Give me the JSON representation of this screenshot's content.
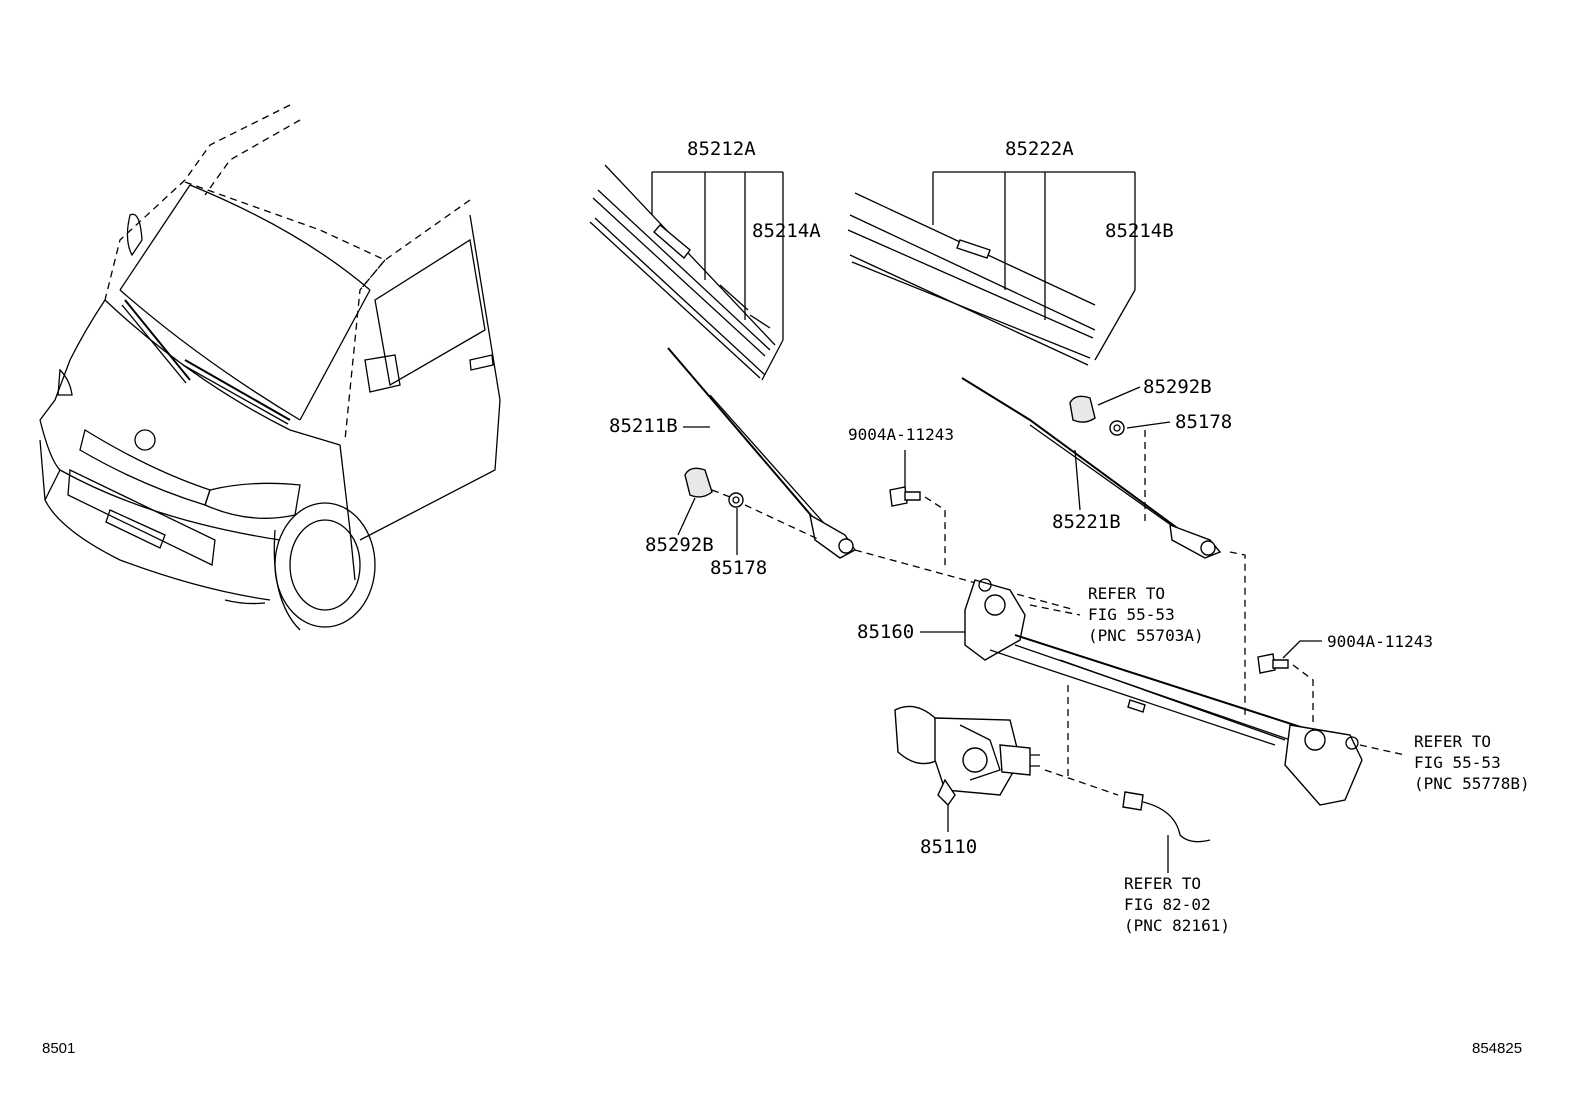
{
  "labels": {
    "blade_left": "85212A",
    "insert_left": "85214A",
    "blade_right": "85222A",
    "insert_right": "85214B",
    "arm_left": "85211B",
    "arm_right": "85221B",
    "cap_right": "85292B",
    "nut_right": "85178",
    "cap_left": "85292B",
    "nut_left": "85178",
    "bolt_left": "9004A-11243",
    "bolt_right": "9004A-11243",
    "link": "85160",
    "motor": "85110"
  },
  "notes": {
    "ref_link_left": [
      "REFER TO",
      "FIG 55-53",
      "(PNC 55703A)"
    ],
    "ref_link_right": [
      "REFER TO",
      "FIG 55-53",
      "(PNC 55778B)"
    ],
    "ref_motor": [
      "REFER TO",
      "FIG 82-02",
      "(PNC 82161)"
    ]
  },
  "footer": {
    "left_code": "8501",
    "right_code": "854825"
  }
}
